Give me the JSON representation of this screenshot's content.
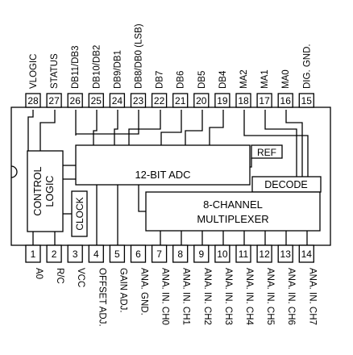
{
  "top_pins": [
    {
      "number": "28",
      "label": "VLOGIC"
    },
    {
      "number": "27",
      "label": "STATUS"
    },
    {
      "number": "26",
      "label": "DB11/DB3"
    },
    {
      "number": "25",
      "label": "DB10/DB2"
    },
    {
      "number": "24",
      "label": "DB9/DB1"
    },
    {
      "number": "23",
      "label": "DB8/DB0 (LSB)"
    },
    {
      "number": "22",
      "label": "DB7"
    },
    {
      "number": "21",
      "label": "DB6"
    },
    {
      "number": "20",
      "label": "DB5"
    },
    {
      "number": "19",
      "label": "DB4"
    },
    {
      "number": "18",
      "label": "MA2"
    },
    {
      "number": "17",
      "label": "MA1"
    },
    {
      "number": "16",
      "label": "MA0"
    },
    {
      "number": "15",
      "label": "DIG. GND."
    }
  ],
  "bottom_pins": [
    {
      "number": "1",
      "label": "A0"
    },
    {
      "number": "2",
      "label": "R/C"
    },
    {
      "number": "3",
      "label": "VCC"
    },
    {
      "number": "4",
      "label": "OFFSET ADJ."
    },
    {
      "number": "5",
      "label": "GAIN ADJ."
    },
    {
      "number": "6",
      "label": "ANA. GND."
    },
    {
      "number": "7",
      "label": "ANA. IN. CH0"
    },
    {
      "number": "8",
      "label": "ANA. IN. CH1"
    },
    {
      "number": "9",
      "label": "ANA. IN. CH2"
    },
    {
      "number": "10",
      "label": "ANA. IN. CH3"
    },
    {
      "number": "11",
      "label": "ANA. IN. CH4"
    },
    {
      "number": "12",
      "label": "ANA. IN. CH5"
    },
    {
      "number": "13",
      "label": "ANA. IN. CH6"
    },
    {
      "number": "14",
      "label": "ANA. IN. CH7"
    }
  ],
  "blocks": {
    "adc": "12-BIT ADC",
    "ref": "REF",
    "decode": "DECODE",
    "mux_line1": "8-CHANNEL",
    "mux_line2": "MULTIPLEXER",
    "control_line1": "CONTROL",
    "control_line2": "LOGIC",
    "clock": "CLOCK"
  }
}
